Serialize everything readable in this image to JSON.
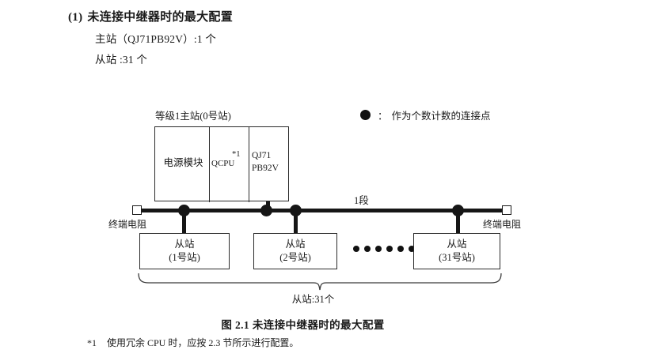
{
  "heading": {
    "number": "(1)",
    "title": "未连接中继器时的最大配置",
    "lines": [
      "主站（QJ71PB92V）:1 个",
      "从站 :31 个"
    ]
  },
  "legend": {
    "icon": "filled-circle-icon",
    "separator": "：",
    "text": "作为个数计数的连接点"
  },
  "diagram": {
    "master_label": "等级1主站(0号站)",
    "rack": {
      "power_module": "电源模块",
      "cpu": "QCPU",
      "cpu_note": "*1",
      "network_module_line1": "QJ71",
      "network_module_line2": "PB92V"
    },
    "segment_label": "1段",
    "terminator_left": "终端电阻",
    "terminator_right": "终端电阻",
    "slaves": [
      {
        "title": "从站",
        "station": "(1号站)"
      },
      {
        "title": "从站",
        "station": "(2号站)"
      },
      {
        "title": "从站",
        "station": "(31号站)"
      }
    ],
    "ellipsis_dots": 6,
    "brace_caption": "从站:31个",
    "node_dot_count": 4
  },
  "figure": {
    "caption": "图 2.1  未连接中继器时的最大配置",
    "footnote_mark": "*1",
    "footnote_text": "使用冗余 CPU 时，应按 2.3 节所示进行配置。"
  },
  "colors": {
    "ink": "#1a1a1a",
    "line": "#161616",
    "box_border": "#2b2b2b",
    "background": "#ffffff"
  }
}
